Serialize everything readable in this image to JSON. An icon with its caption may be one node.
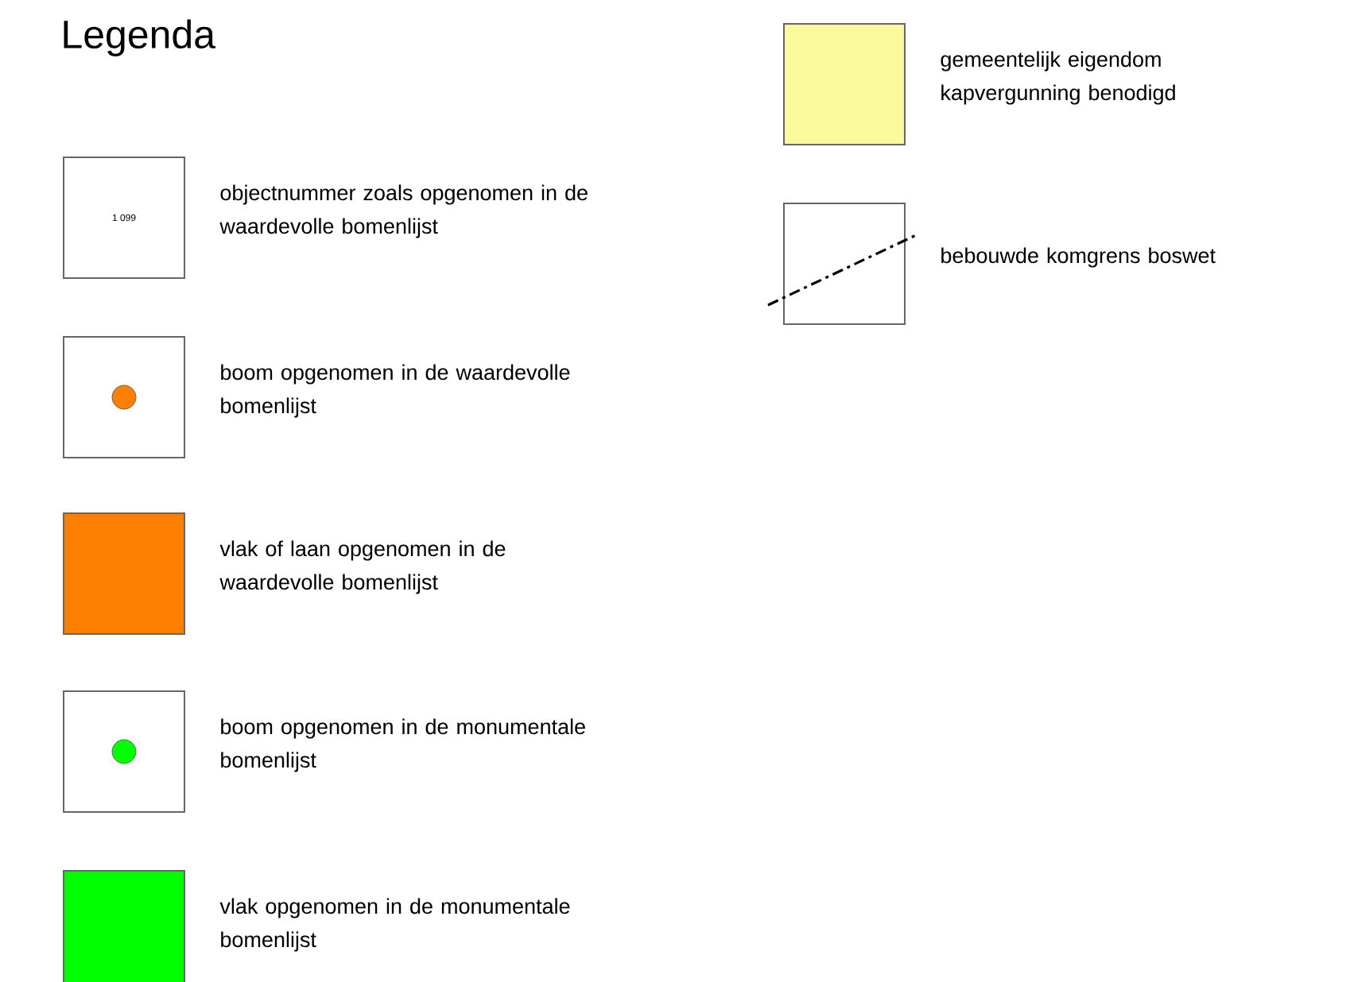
{
  "diagram": {
    "title": "Legenda",
    "labels": [
      "1 099"
    ],
    "legend": [
      {
        "text": "objectnummer zoals opgenomen in de waardevolle bomenlijst"
      },
      {
        "text": "boom opgenomen in de waardevolle bomenlijst"
      },
      {
        "text": "vlak of laan opgenomen in de waardevolle bomenlijst",
        "color": "#ff8000"
      },
      {
        "text": "boom opgenomen in de monumentale bomenlijst"
      },
      {
        "text": "vlak opgenomen in de monumentale bomenlijst",
        "color": "#00ff00"
      },
      {
        "text": "gemeentelijk eigendom kapvergunning benodigd",
        "color": "#fafa9c"
      },
      {
        "text": "bebouwde komgrens boswet"
      }
    ]
  }
}
